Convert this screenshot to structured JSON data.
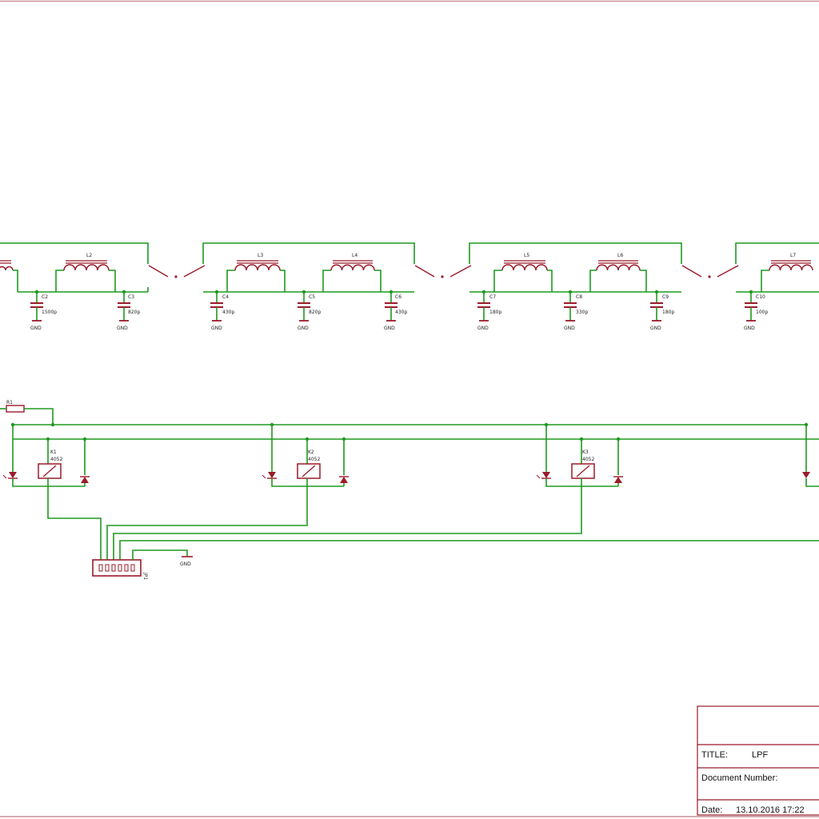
{
  "colors": {
    "wire": "#1e9a1e",
    "part": "#9b1b2a",
    "frame": "#c98f97",
    "text": "#111111"
  },
  "sections": [
    {
      "coils": [
        "",
        "L2"
      ],
      "caps": [
        {
          "ref": "C2",
          "value": "1500p"
        },
        {
          "ref": "C3",
          "value": "820p"
        }
      ]
    },
    {
      "coils": [
        "L3",
        "L4"
      ],
      "caps": [
        {
          "ref": "C4",
          "value": "430p"
        },
        {
          "ref": "C5",
          "value": "820p"
        },
        {
          "ref": "C6",
          "value": "430p"
        }
      ]
    },
    {
      "coils": [
        "L5",
        "L6"
      ],
      "caps": [
        {
          "ref": "C7",
          "value": "180p"
        },
        {
          "ref": "C8",
          "value": "330p"
        },
        {
          "ref": "C9",
          "value": "180p"
        }
      ]
    },
    {
      "coils": [
        "L7"
      ],
      "caps": [
        {
          "ref": "C10",
          "value": "100p"
        }
      ]
    }
  ],
  "gnd_label": "GND",
  "relays": [
    {
      "ref": "K1",
      "part": "4052"
    },
    {
      "ref": "K2",
      "part": "4052"
    },
    {
      "ref": "K3",
      "part": "4052"
    }
  ],
  "resistor": {
    "ref": "R1"
  },
  "connector": {
    "ref": "JP1"
  },
  "title_block": {
    "title_label": "TITLE:",
    "title_value": "LPF",
    "docnum_label": "Document Number:",
    "date_label": "Date:",
    "date_value": "13.10.2016 17:22"
  }
}
